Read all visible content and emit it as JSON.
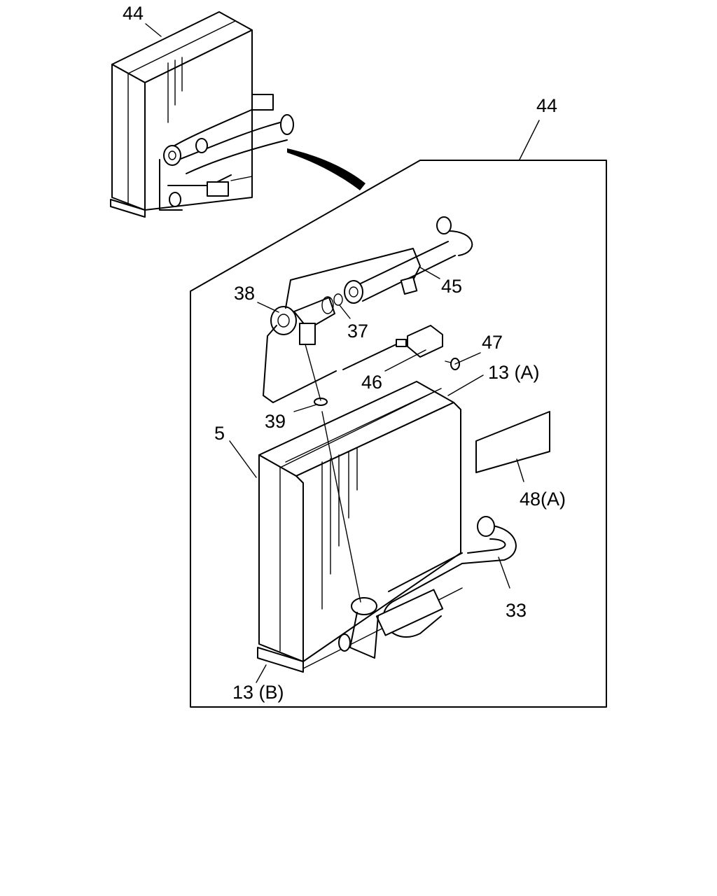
{
  "diagram": {
    "callouts": {
      "c44_overview": "44",
      "c44_detail": "44",
      "c45": "45",
      "c38": "38",
      "c37": "37",
      "c47": "47",
      "c46": "46",
      "c13a": "13 (A)",
      "c39": "39",
      "c5": "5",
      "c48a": "48(A)",
      "c33": "33",
      "c13b": "13 (B)"
    },
    "colors": {
      "line": "#000000",
      "background": "#ffffff",
      "transition_arrow": "#000000"
    }
  }
}
